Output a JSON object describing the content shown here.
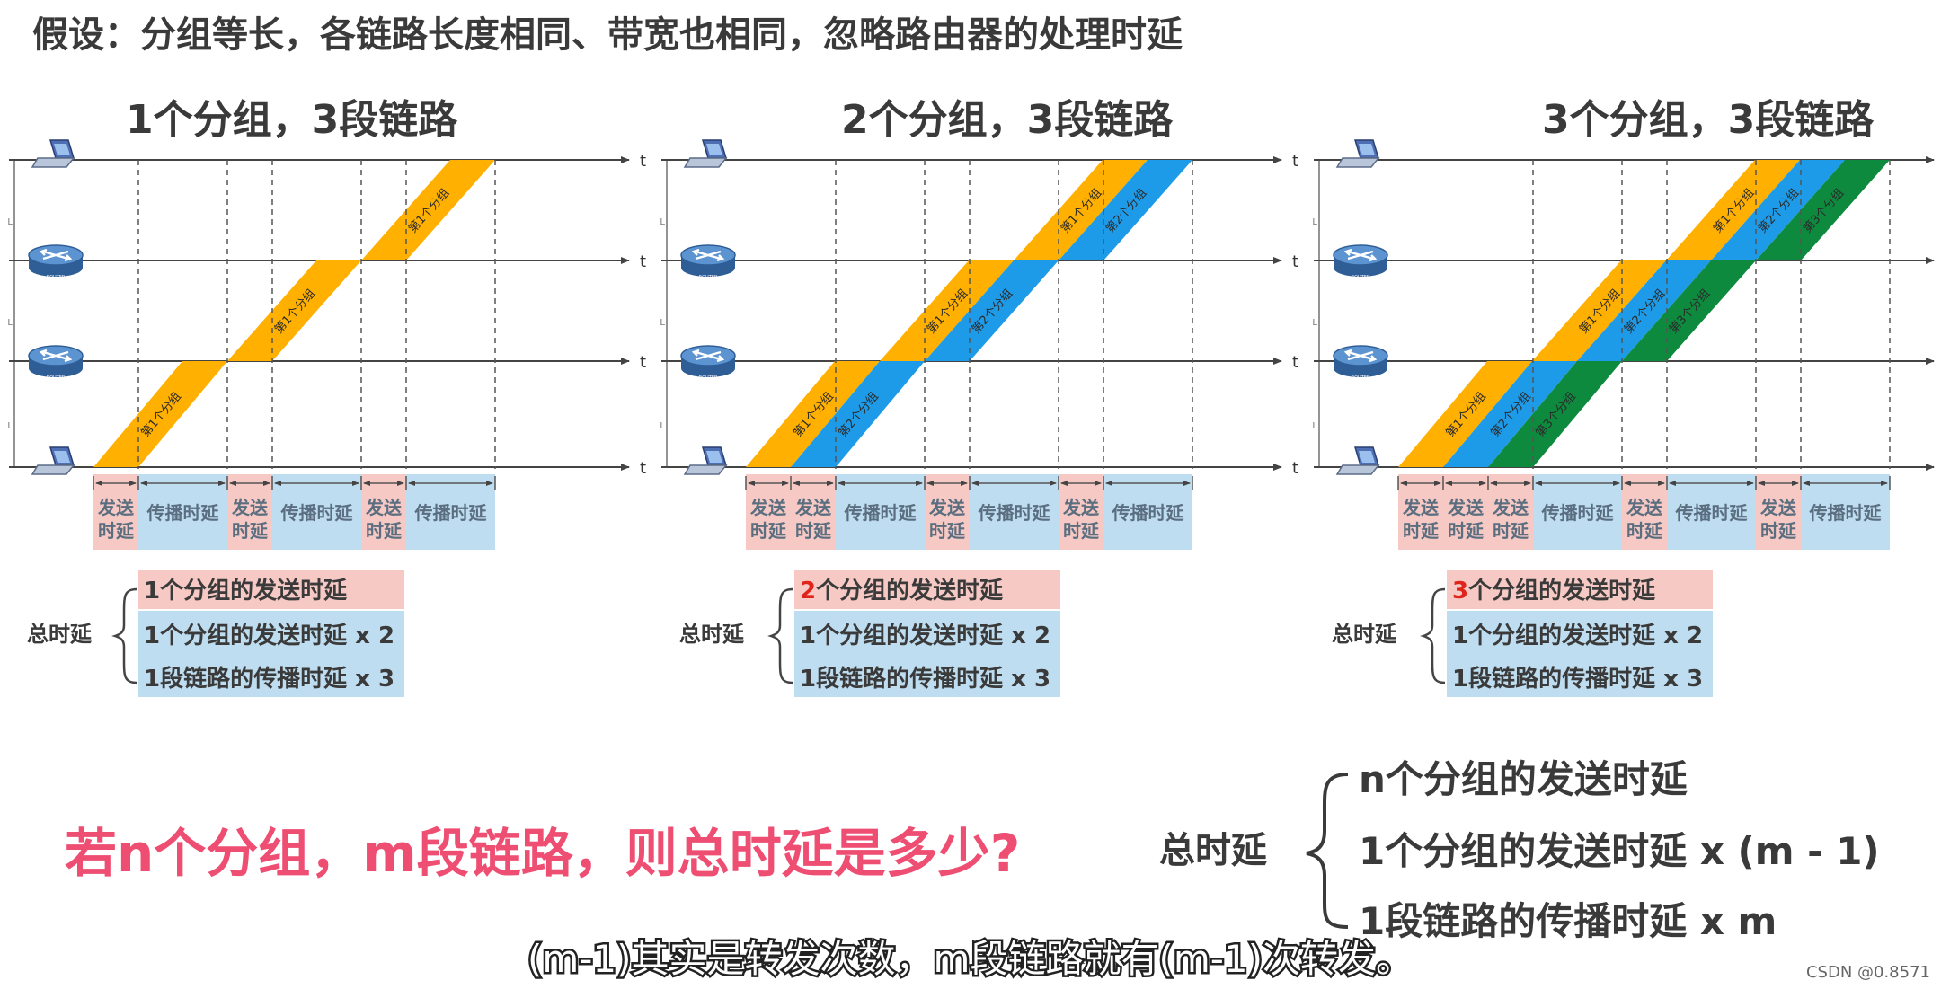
{
  "header": {
    "assumption": "假设：分组等长，各链路长度相同、带宽也相同，忽略路由器的处理时延"
  },
  "axis_label": "t",
  "link_label": "L",
  "router_label": "ROUTER",
  "panels": [
    {
      "title": "1个分组，3段链路",
      "packets": 1,
      "packet_labels": [
        "第1个分组"
      ],
      "timeline_cells": [
        {
          "kind": "send",
          "lines": [
            "发送",
            "时延"
          ]
        },
        {
          "kind": "prop",
          "lines": [
            "传播时延"
          ]
        },
        {
          "kind": "send",
          "lines": [
            "发送",
            "时延"
          ]
        },
        {
          "kind": "prop",
          "lines": [
            "传播时延"
          ]
        },
        {
          "kind": "send",
          "lines": [
            "发送",
            "时延"
          ]
        },
        {
          "kind": "prop",
          "lines": [
            "传播时延"
          ]
        }
      ],
      "total_label": "总时延",
      "formula": {
        "highlight": "",
        "line1_rest": "1个分组的发送时延",
        "line2": "1个分组的发送时延 x 2",
        "line3": "1段链路的传播时延 x 3"
      }
    },
    {
      "title": "2个分组，3段链路",
      "packets": 2,
      "packet_labels": [
        "第1个分组",
        "第2个分组"
      ],
      "timeline_cells": [
        {
          "kind": "send",
          "lines": [
            "发送",
            "时延"
          ]
        },
        {
          "kind": "send",
          "lines": [
            "发送",
            "时延"
          ]
        },
        {
          "kind": "prop",
          "lines": [
            "传播时延"
          ]
        },
        {
          "kind": "send",
          "lines": [
            "发送",
            "时延"
          ]
        },
        {
          "kind": "prop",
          "lines": [
            "传播时延"
          ]
        },
        {
          "kind": "send",
          "lines": [
            "发送",
            "时延"
          ]
        },
        {
          "kind": "prop",
          "lines": [
            "传播时延"
          ]
        }
      ],
      "total_label": "总时延",
      "formula": {
        "highlight": "2",
        "line1_rest": "个分组的发送时延",
        "line2": "1个分组的发送时延 x 2",
        "line3": "1段链路的传播时延 x 3"
      }
    },
    {
      "title": "3个分组，3段链路",
      "packets": 3,
      "packet_labels": [
        "第1个分组",
        "第2个分组",
        "第3个分组"
      ],
      "timeline_cells": [
        {
          "kind": "send",
          "lines": [
            "发送",
            "时延"
          ]
        },
        {
          "kind": "send",
          "lines": [
            "发送",
            "时延"
          ]
        },
        {
          "kind": "send",
          "lines": [
            "发送",
            "时延"
          ]
        },
        {
          "kind": "prop",
          "lines": [
            "传播时延"
          ]
        },
        {
          "kind": "send",
          "lines": [
            "发送",
            "时延"
          ]
        },
        {
          "kind": "prop",
          "lines": [
            "传播时延"
          ]
        },
        {
          "kind": "send",
          "lines": [
            "发送",
            "时延"
          ]
        },
        {
          "kind": "prop",
          "lines": [
            "传播时延"
          ]
        }
      ],
      "total_label": "总时延",
      "formula": {
        "highlight": "3",
        "line1_rest": "个分组的发送时延",
        "line2": "1个分组的发送时延 x 2",
        "line3": "1段链路的传播时延 x 3"
      }
    }
  ],
  "question": "若n个分组，m段链路，则总时延是多少?",
  "general": {
    "total_label": "总时延",
    "line1": "n个分组的发送时延",
    "line2": "1个分组的发送时延 x (m - 1)",
    "line3": "1段链路的传播时延 x m"
  },
  "subtitle": "(m-1)其实是转发次数，m段链路就有(m-1)次转发。",
  "watermark": "CSDN @0.8571",
  "colors": {
    "packet1": "#FFB000",
    "packet2": "#1E9BE8",
    "packet3": "#0E8A3E",
    "send_cell": "#F6C9C4",
    "prop_cell": "#BFDDF0",
    "question": "#EF4E73",
    "highlight_number": "#E0241B",
    "text_dark": "#3A3A3A",
    "cell_text": "#5A6E80"
  }
}
